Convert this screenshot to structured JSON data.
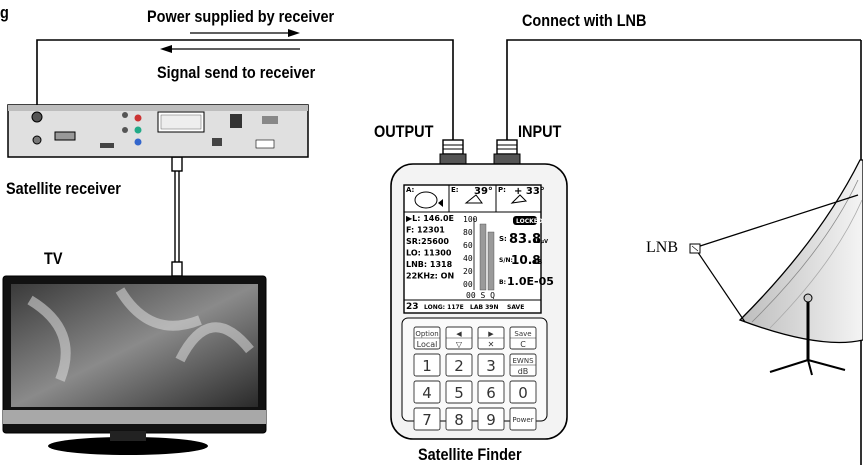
{
  "labels": {
    "corner": "g",
    "power_supplied": "Power supplied by receiver",
    "signal_send": "Signal send to receiver",
    "connect_lnb": "Connect with LNB",
    "output": "OUTPUT",
    "input": "INPUT",
    "satellite_receiver": "Satellite receiver",
    "tv": "TV",
    "lnb": "LNB",
    "satellite_finder": "Satellite Finder"
  },
  "meter_screen": {
    "top": {
      "a": "A:",
      "e": "E:",
      "e_val": "39°",
      "p": "P:",
      "p_val": "+ 33°"
    },
    "left_lines": [
      "▶L: 146.0E",
      "F:  12301",
      "SR:25600",
      "LO: 11300",
      "LNB: 1318",
      "22KHz: ON"
    ],
    "locked": "LOCKED",
    "s_label": "S:",
    "s_value": "83.8",
    "s_unit": "dBµV",
    "sn_label": "S/N:",
    "sn_value": "10.8",
    "sn_unit": "dB",
    "b_label": "B:",
    "b_value": "1.0E-05",
    "bar_axis": [
      "100",
      "80",
      "60",
      "40",
      "20",
      "00"
    ],
    "bar_bottom": "00  S  Q",
    "bottom_bar": [
      "23",
      "LONG: 117E",
      "LAB 39N",
      "SAVE"
    ]
  },
  "meter_keys": [
    {
      "top": "Option",
      "bottom": "Local"
    },
    {
      "top": "◀",
      "bottom": "▽"
    },
    {
      "top": "▶",
      "bottom": "✕"
    },
    {
      "top": "Save",
      "bottom": "C"
    },
    {
      "top": "1"
    },
    {
      "top": "2"
    },
    {
      "top": "3"
    },
    {
      "top": "EWNS",
      "bottom": "dB"
    },
    {
      "top": "4"
    },
    {
      "top": "5"
    },
    {
      "top": "6"
    },
    {
      "top": "0"
    },
    {
      "top": "7"
    },
    {
      "top": "8"
    },
    {
      "top": "9"
    },
    {
      "top": "Power"
    }
  ],
  "colors": {
    "line": "#000000",
    "device_gray": "#d8d8d8",
    "tv_bezel": "#1a1a1a",
    "meter_body": "#f2f2f2"
  }
}
